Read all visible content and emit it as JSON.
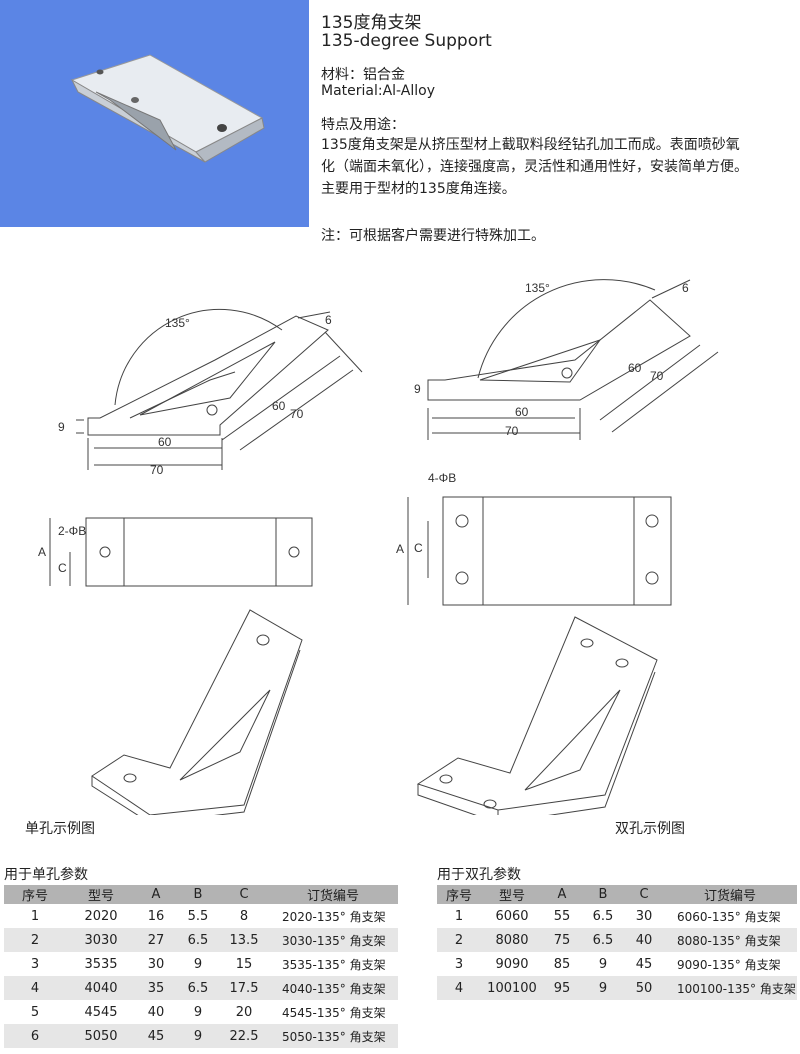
{
  "header": {
    "title_cn": "135度角支架",
    "title_en": "135-degree Support",
    "material_cn": "材料：铝合金",
    "material_en": "Material:Al-Alloy",
    "features_label": "特点及用途：",
    "description": "135度角支架是从挤压型材上截取料段经钻孔加工而成。表面喷砂氧化（端面未氧化），连接强度高，灵活性和通用性好，安装简单方便。主要用于型材的135度角连接。",
    "note": "注：可根据客户需要进行特殊加工。"
  },
  "dims": {
    "angle": "135°",
    "d9": "9",
    "d6": "6",
    "d60": "60",
    "d70": "70",
    "A": "A",
    "C": "C",
    "hole1": "2-ΦB",
    "hole2": "4-ΦB"
  },
  "captions": {
    "single": "单孔示例图",
    "double": "双孔示例图"
  },
  "single_table": {
    "title": "用于单孔参数",
    "headers": [
      "序号",
      "型号",
      "A",
      "B",
      "C",
      "订货编号"
    ],
    "rows": [
      [
        "1",
        "2020",
        "16",
        "5.5",
        "8",
        "2020-135° 角支架"
      ],
      [
        "2",
        "3030",
        "27",
        "6.5",
        "13.5",
        "3030-135° 角支架"
      ],
      [
        "3",
        "3535",
        "30",
        "9",
        "15",
        "3535-135° 角支架"
      ],
      [
        "4",
        "4040",
        "35",
        "6.5",
        "17.5",
        "4040-135° 角支架"
      ],
      [
        "5",
        "4545",
        "40",
        "9",
        "20",
        "4545-135° 角支架"
      ],
      [
        "6",
        "5050",
        "45",
        "9",
        "22.5",
        "5050-135° 角支架"
      ]
    ]
  },
  "double_table": {
    "title": "用于双孔参数",
    "headers": [
      "序号",
      "型号",
      "A",
      "B",
      "C",
      "订货编号"
    ],
    "rows": [
      [
        "1",
        "6060",
        "55",
        "6.5",
        "30",
        "6060-135° 角支架"
      ],
      [
        "2",
        "8080",
        "75",
        "6.5",
        "40",
        "8080-135° 角支架"
      ],
      [
        "3",
        "9090",
        "85",
        "9",
        "45",
        "9090-135° 角支架"
      ],
      [
        "4",
        "100100",
        "95",
        "9",
        "50",
        "100100-135° 角支架"
      ]
    ]
  },
  "colors": {
    "photo_bg": "#5b85e5",
    "header_row": "#b3b3b3",
    "alt_row": "#e6e6e6"
  }
}
